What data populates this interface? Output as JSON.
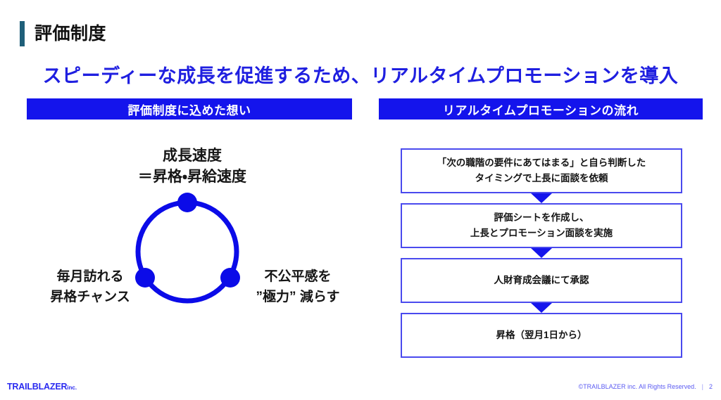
{
  "slide": {
    "title": "評価制度",
    "subtitle": "スピーディーな成長を促進するため、リアルタイムプロモーションを導入",
    "accent_color": "#1f5f79",
    "brand_blue": "#1414ec"
  },
  "sections": {
    "left_header": "評価制度に込めた想い",
    "right_header": "リアルタイムプロモーションの流れ"
  },
  "circle_diagram": {
    "top_label_line1": "成長速度",
    "top_label_line2": "＝昇格・昇給速度",
    "left_label_line1": "毎月訪れる",
    "left_label_line2": "昇格チャンス",
    "right_label_line1": "不公平感を",
    "right_label_line2": "”極力” 減らす",
    "ring_color": "#0b0be8",
    "node_count": 3
  },
  "flow": {
    "steps": [
      {
        "line1": "「次の職階の要件にあてはまる」と自ら判断した",
        "line2": "タイミングで上長に面談を依頼"
      },
      {
        "line1": "評価シートを作成し、",
        "line2": "上長とプロモーション面談を実施"
      },
      {
        "line1": "人財育成会議にて承認",
        "line2": ""
      },
      {
        "line1": "昇格（翌月1日から）",
        "line2": ""
      }
    ],
    "arrow_color": "#1414ec",
    "border_color": "#4a4aee"
  },
  "footer": {
    "logo_main": "TRAILBLAZER",
    "logo_suffix": "inc.",
    "copyright": "©TRAILBLAZER inc. All Rights Reserved.",
    "separator": "|",
    "page_number": "2"
  }
}
